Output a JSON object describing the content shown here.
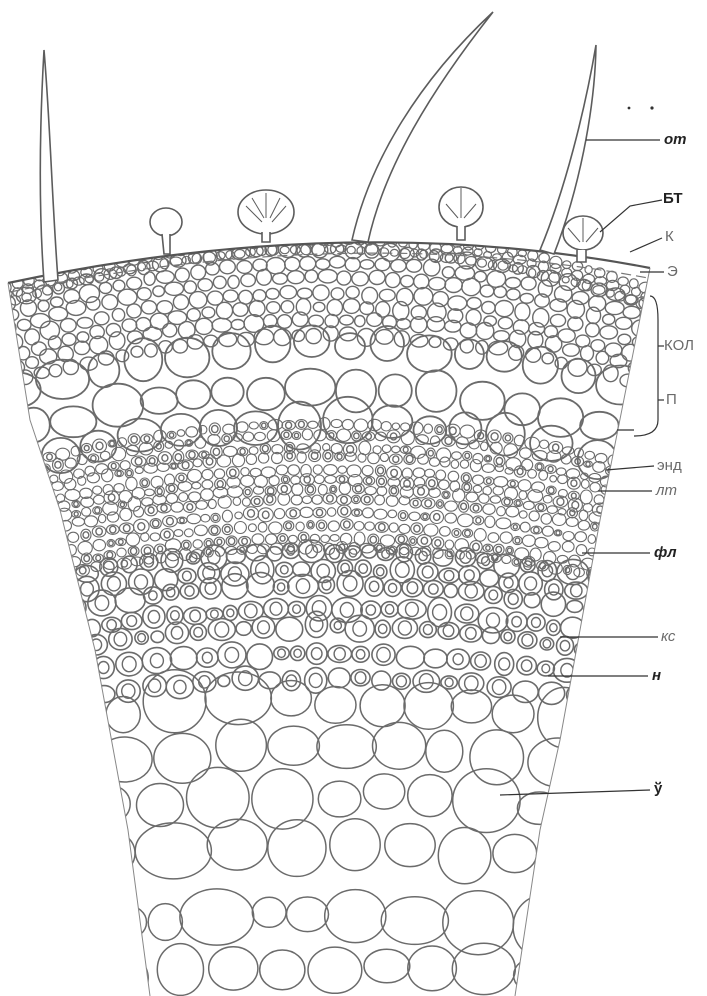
{
  "figure": {
    "ink_color": "#6b6b6b",
    "label_color": "#222222",
    "background": "#ffffff"
  },
  "labels": {
    "ot": "от",
    "bt": "БТ",
    "k": "К",
    "e": "Э",
    "kol": "КОЛ",
    "p": "П",
    "end": "энд",
    "lt": "лт",
    "fl": "фл",
    "ks": "кс",
    "n": "н",
    "u": "ў"
  }
}
